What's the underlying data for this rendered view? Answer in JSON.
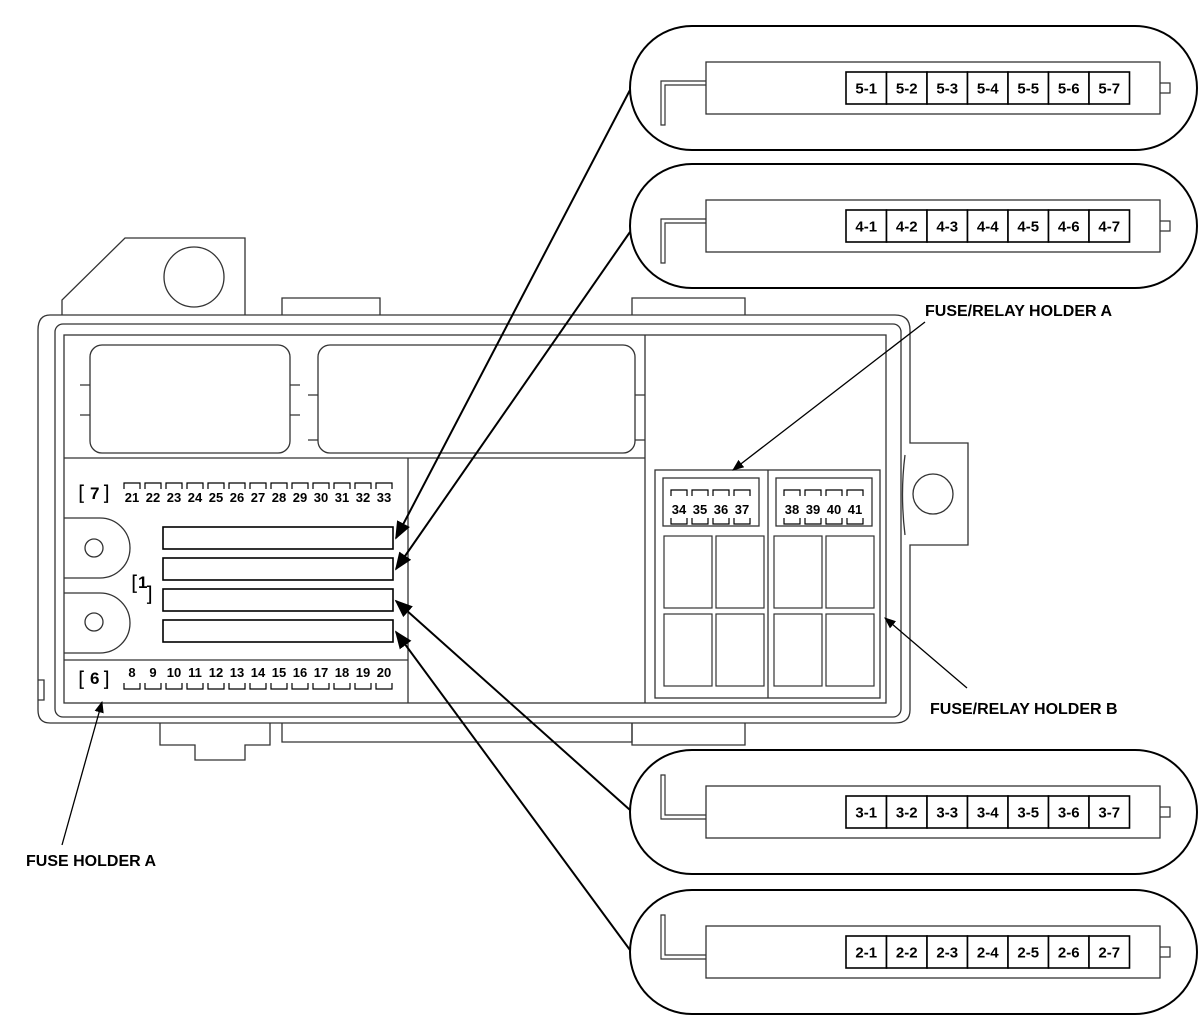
{
  "labels": {
    "fuse_relay_holder_a": "FUSE/RELAY HOLDER A",
    "fuse_relay_holder_b": "FUSE/RELAY HOLDER B",
    "fuse_holder_a": "FUSE HOLDER A"
  },
  "bracket_labels": {
    "top": "7",
    "middle": "1",
    "bottom": "6"
  },
  "top_row_fuses": [
    "21",
    "22",
    "23",
    "24",
    "25",
    "26",
    "27",
    "28",
    "29",
    "30",
    "31",
    "32",
    "33"
  ],
  "bottom_row_fuses": [
    "8",
    "9",
    "10",
    "11",
    "12",
    "13",
    "14",
    "15",
    "16",
    "17",
    "18",
    "19",
    "20"
  ],
  "holder_a_fuses": [
    "34",
    "35",
    "36",
    "37"
  ],
  "holder_b_fuses": [
    "38",
    "39",
    "40",
    "41"
  ],
  "callouts": [
    {
      "id": "5",
      "cells": [
        "5-1",
        "5-2",
        "5-3",
        "5-4",
        "5-5",
        "5-6",
        "5-7"
      ]
    },
    {
      "id": "4",
      "cells": [
        "4-1",
        "4-2",
        "4-3",
        "4-4",
        "4-5",
        "4-6",
        "4-7"
      ]
    },
    {
      "id": "3",
      "cells": [
        "3-1",
        "3-2",
        "3-3",
        "3-4",
        "3-5",
        "3-6",
        "3-7"
      ]
    },
    {
      "id": "2",
      "cells": [
        "2-1",
        "2-2",
        "2-3",
        "2-4",
        "2-5",
        "2-6",
        "2-7"
      ]
    }
  ]
}
